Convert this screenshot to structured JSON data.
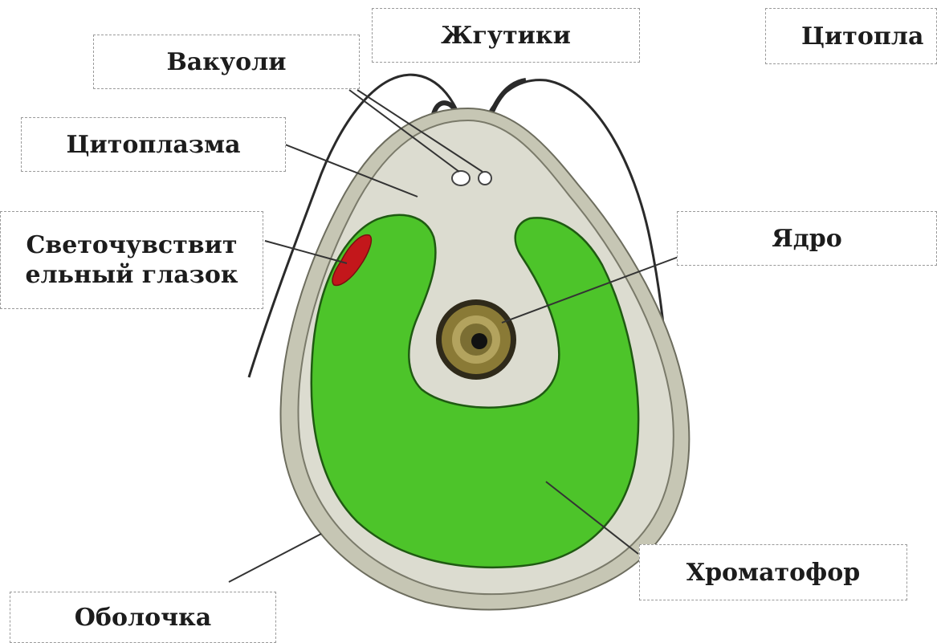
{
  "labels": {
    "flagella": "Жгутики",
    "vacuoles": "Вакуоли",
    "cytoplasm_right": "Цитопла",
    "cytoplasm": "Цитоплазма",
    "eyespot_line1": "Светочувствит",
    "eyespot_line2": "ельный глазок",
    "nucleus": "Ядро",
    "chromatophore": "Хроматофор",
    "membrane": "Оболочка"
  },
  "colors": {
    "chromatophore": "#4dc42a",
    "chromatophore_outline": "#1f5a12",
    "cytoplasm": "#dcdcd0",
    "membrane": "#c6c6b4",
    "eyespot": "#c3171b",
    "nucleus": "#8a7a36"
  }
}
